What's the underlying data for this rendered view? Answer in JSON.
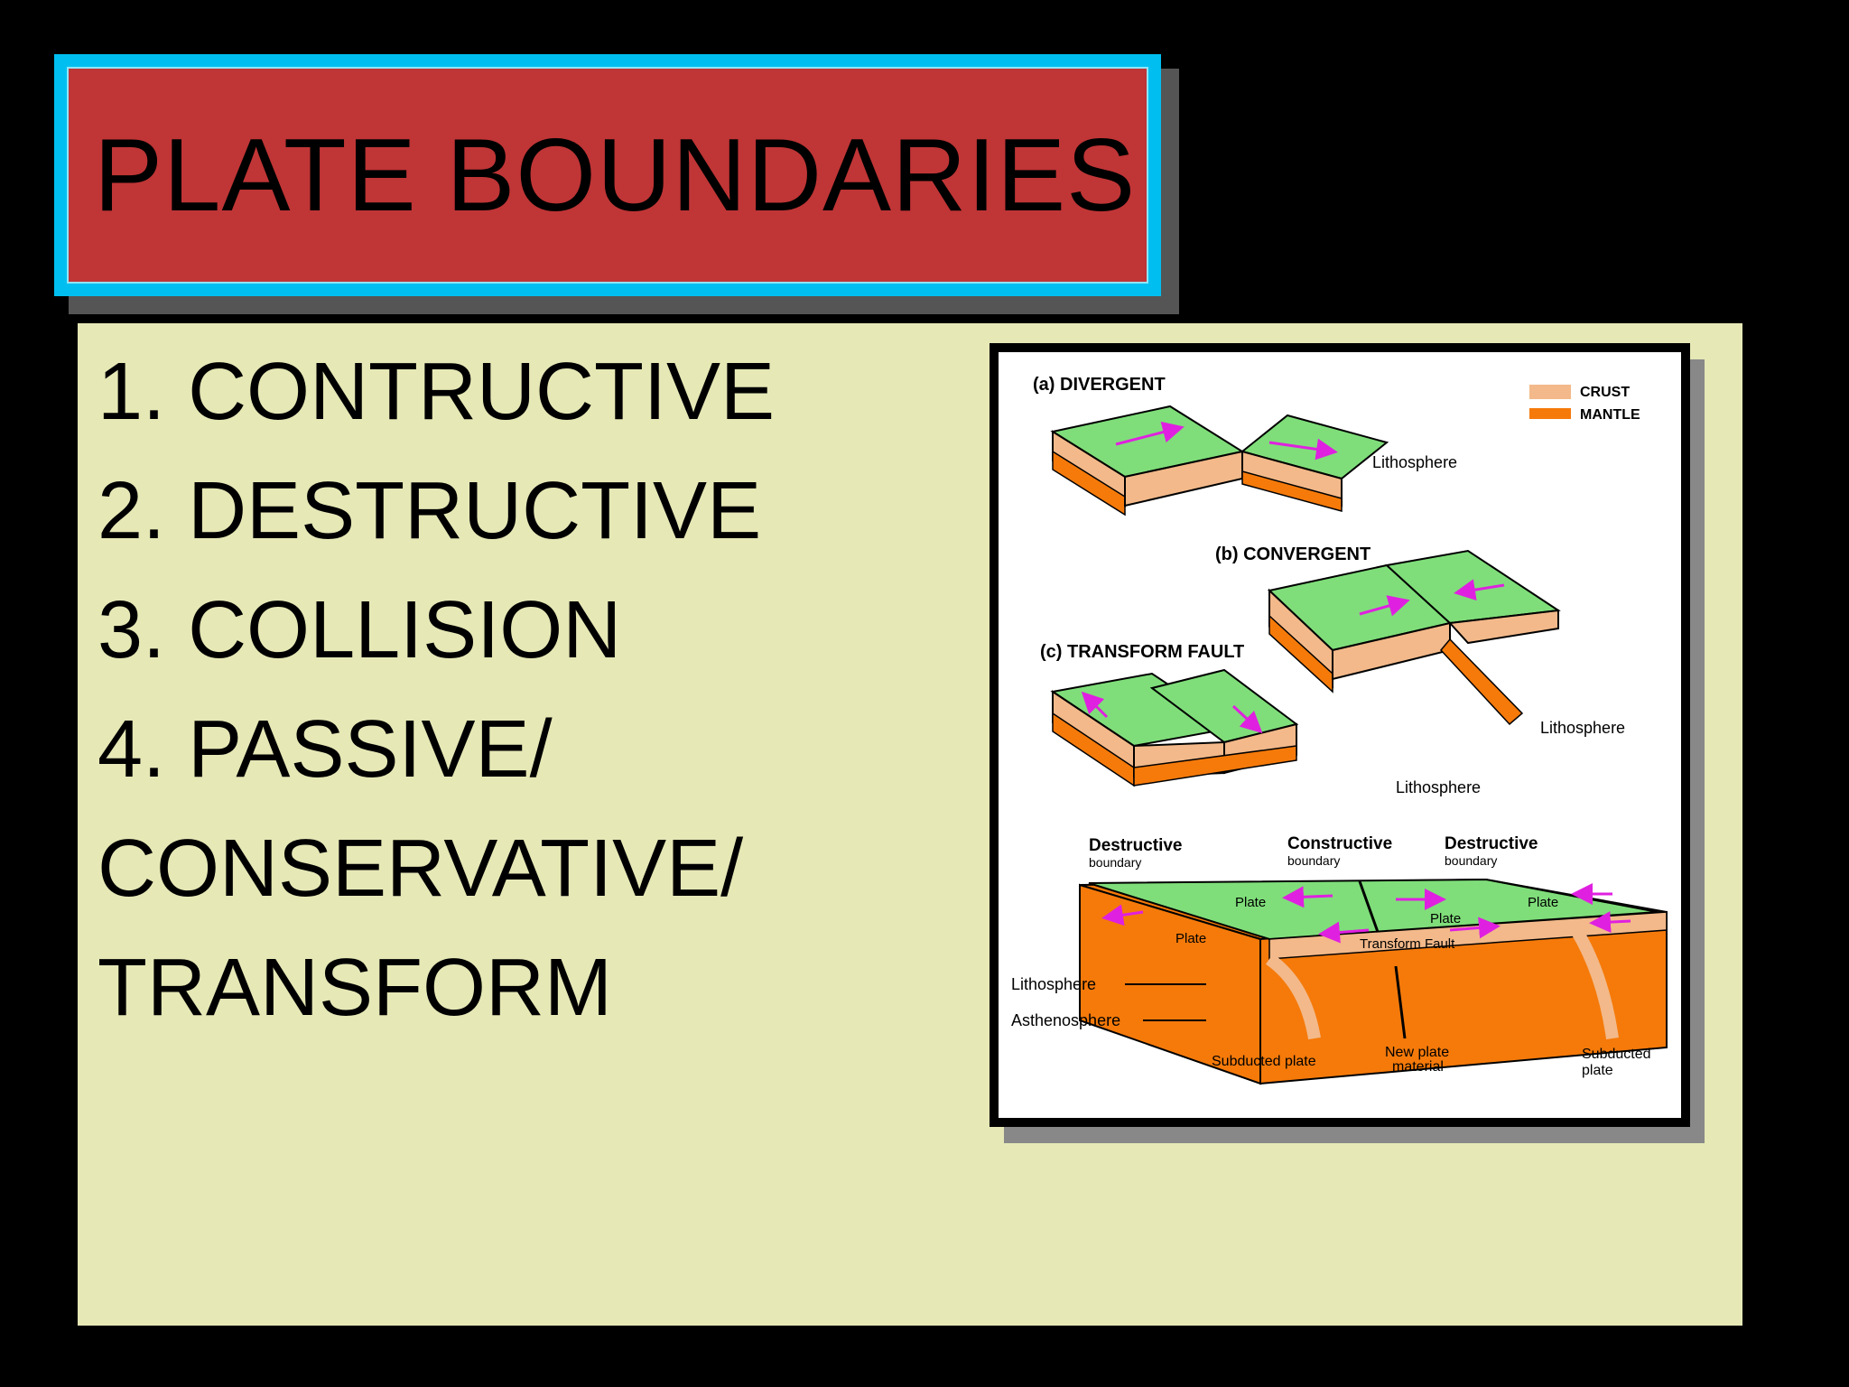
{
  "title": "PLATE BOUNDARIES",
  "list": [
    "1. CONTRUCTIVE",
    "2. DESTRUCTIVE",
    "3. COLLISION",
    "4. PASSIVE/",
    "CONSERVATIVE/",
    "TRANSFORM"
  ],
  "figure": {
    "legend_crust": "CRUST",
    "legend_mantle": "MANTLE",
    "label_a": "(a) DIVERGENT",
    "label_b": "(b) CONVERGENT",
    "label_c": "(c) TRANSFORM FAULT",
    "lithosphere": "Lithosphere",
    "destructive_boundary_1": "Destructive",
    "destructive_boundary_2": "Destructive",
    "constructive_boundary": "Constructive",
    "boundary": "boundary",
    "plate": "Plate",
    "transform_fault": "Transform Fault",
    "asthenosphere": "Asthenosphere",
    "subducted_plate": "Subducted plate",
    "new_plate": "New plate",
    "material": "material",
    "subducted": "Subducted",
    "plate_lower": "plate"
  },
  "colors": {
    "background": "#000000",
    "title_border": "#00BFF0",
    "title_fill": "#C03536",
    "content_fill": "#E6E8B6",
    "crust": "#F3B98A",
    "mantle": "#F57A0A",
    "land": "#7FDE7A",
    "arrow": "#E020E0"
  }
}
